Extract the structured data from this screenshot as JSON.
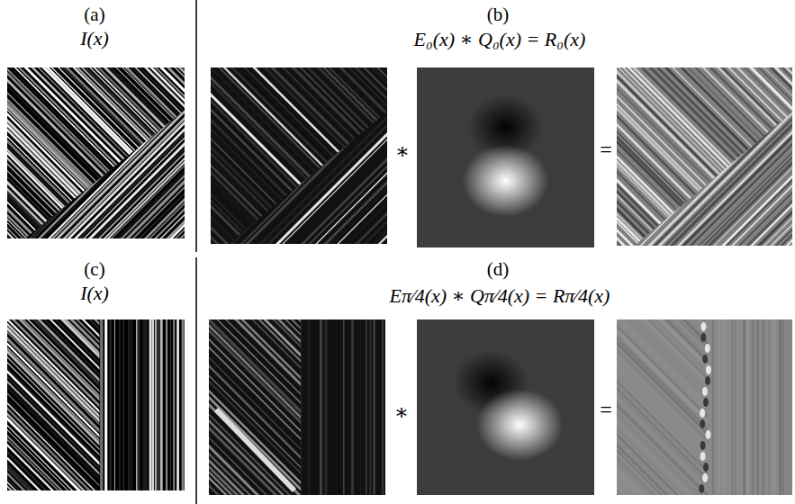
{
  "diagram": {
    "labels": [
      "(a)",
      "I(x)",
      "(b)",
      "E₀(x) ∗ Q₀(x) = R₀(x)",
      "∗",
      "=",
      "(c)",
      "I(x)",
      "(d)",
      "Eπ⁄4(x) ∗ Qπ⁄4(x) = Rπ⁄4(x)",
      "∗",
      "="
    ]
  }
}
